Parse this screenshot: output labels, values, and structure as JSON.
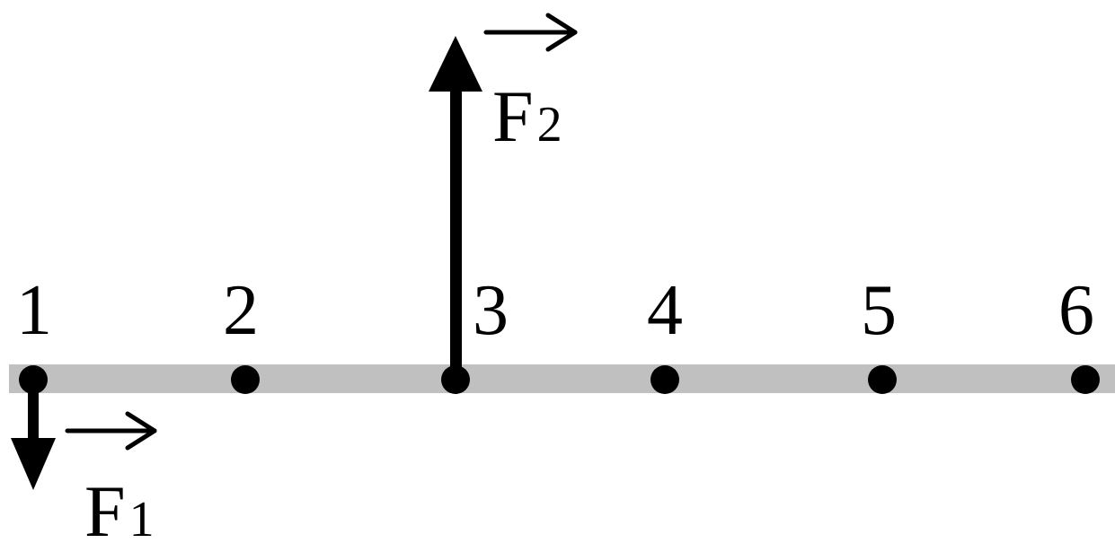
{
  "diagram": {
    "bar_color": "#c0c0c0",
    "ink_color": "#000000",
    "points": [
      {
        "label": "1"
      },
      {
        "label": "2"
      },
      {
        "label": "3"
      },
      {
        "label": "4"
      },
      {
        "label": "5"
      },
      {
        "label": "6"
      }
    ],
    "forces": [
      {
        "letter": "F",
        "subscript": "1",
        "direction": "down",
        "applied_at_point": "1"
      },
      {
        "letter": "F",
        "subscript": "2",
        "direction": "up",
        "applied_at_point": "3"
      }
    ]
  }
}
